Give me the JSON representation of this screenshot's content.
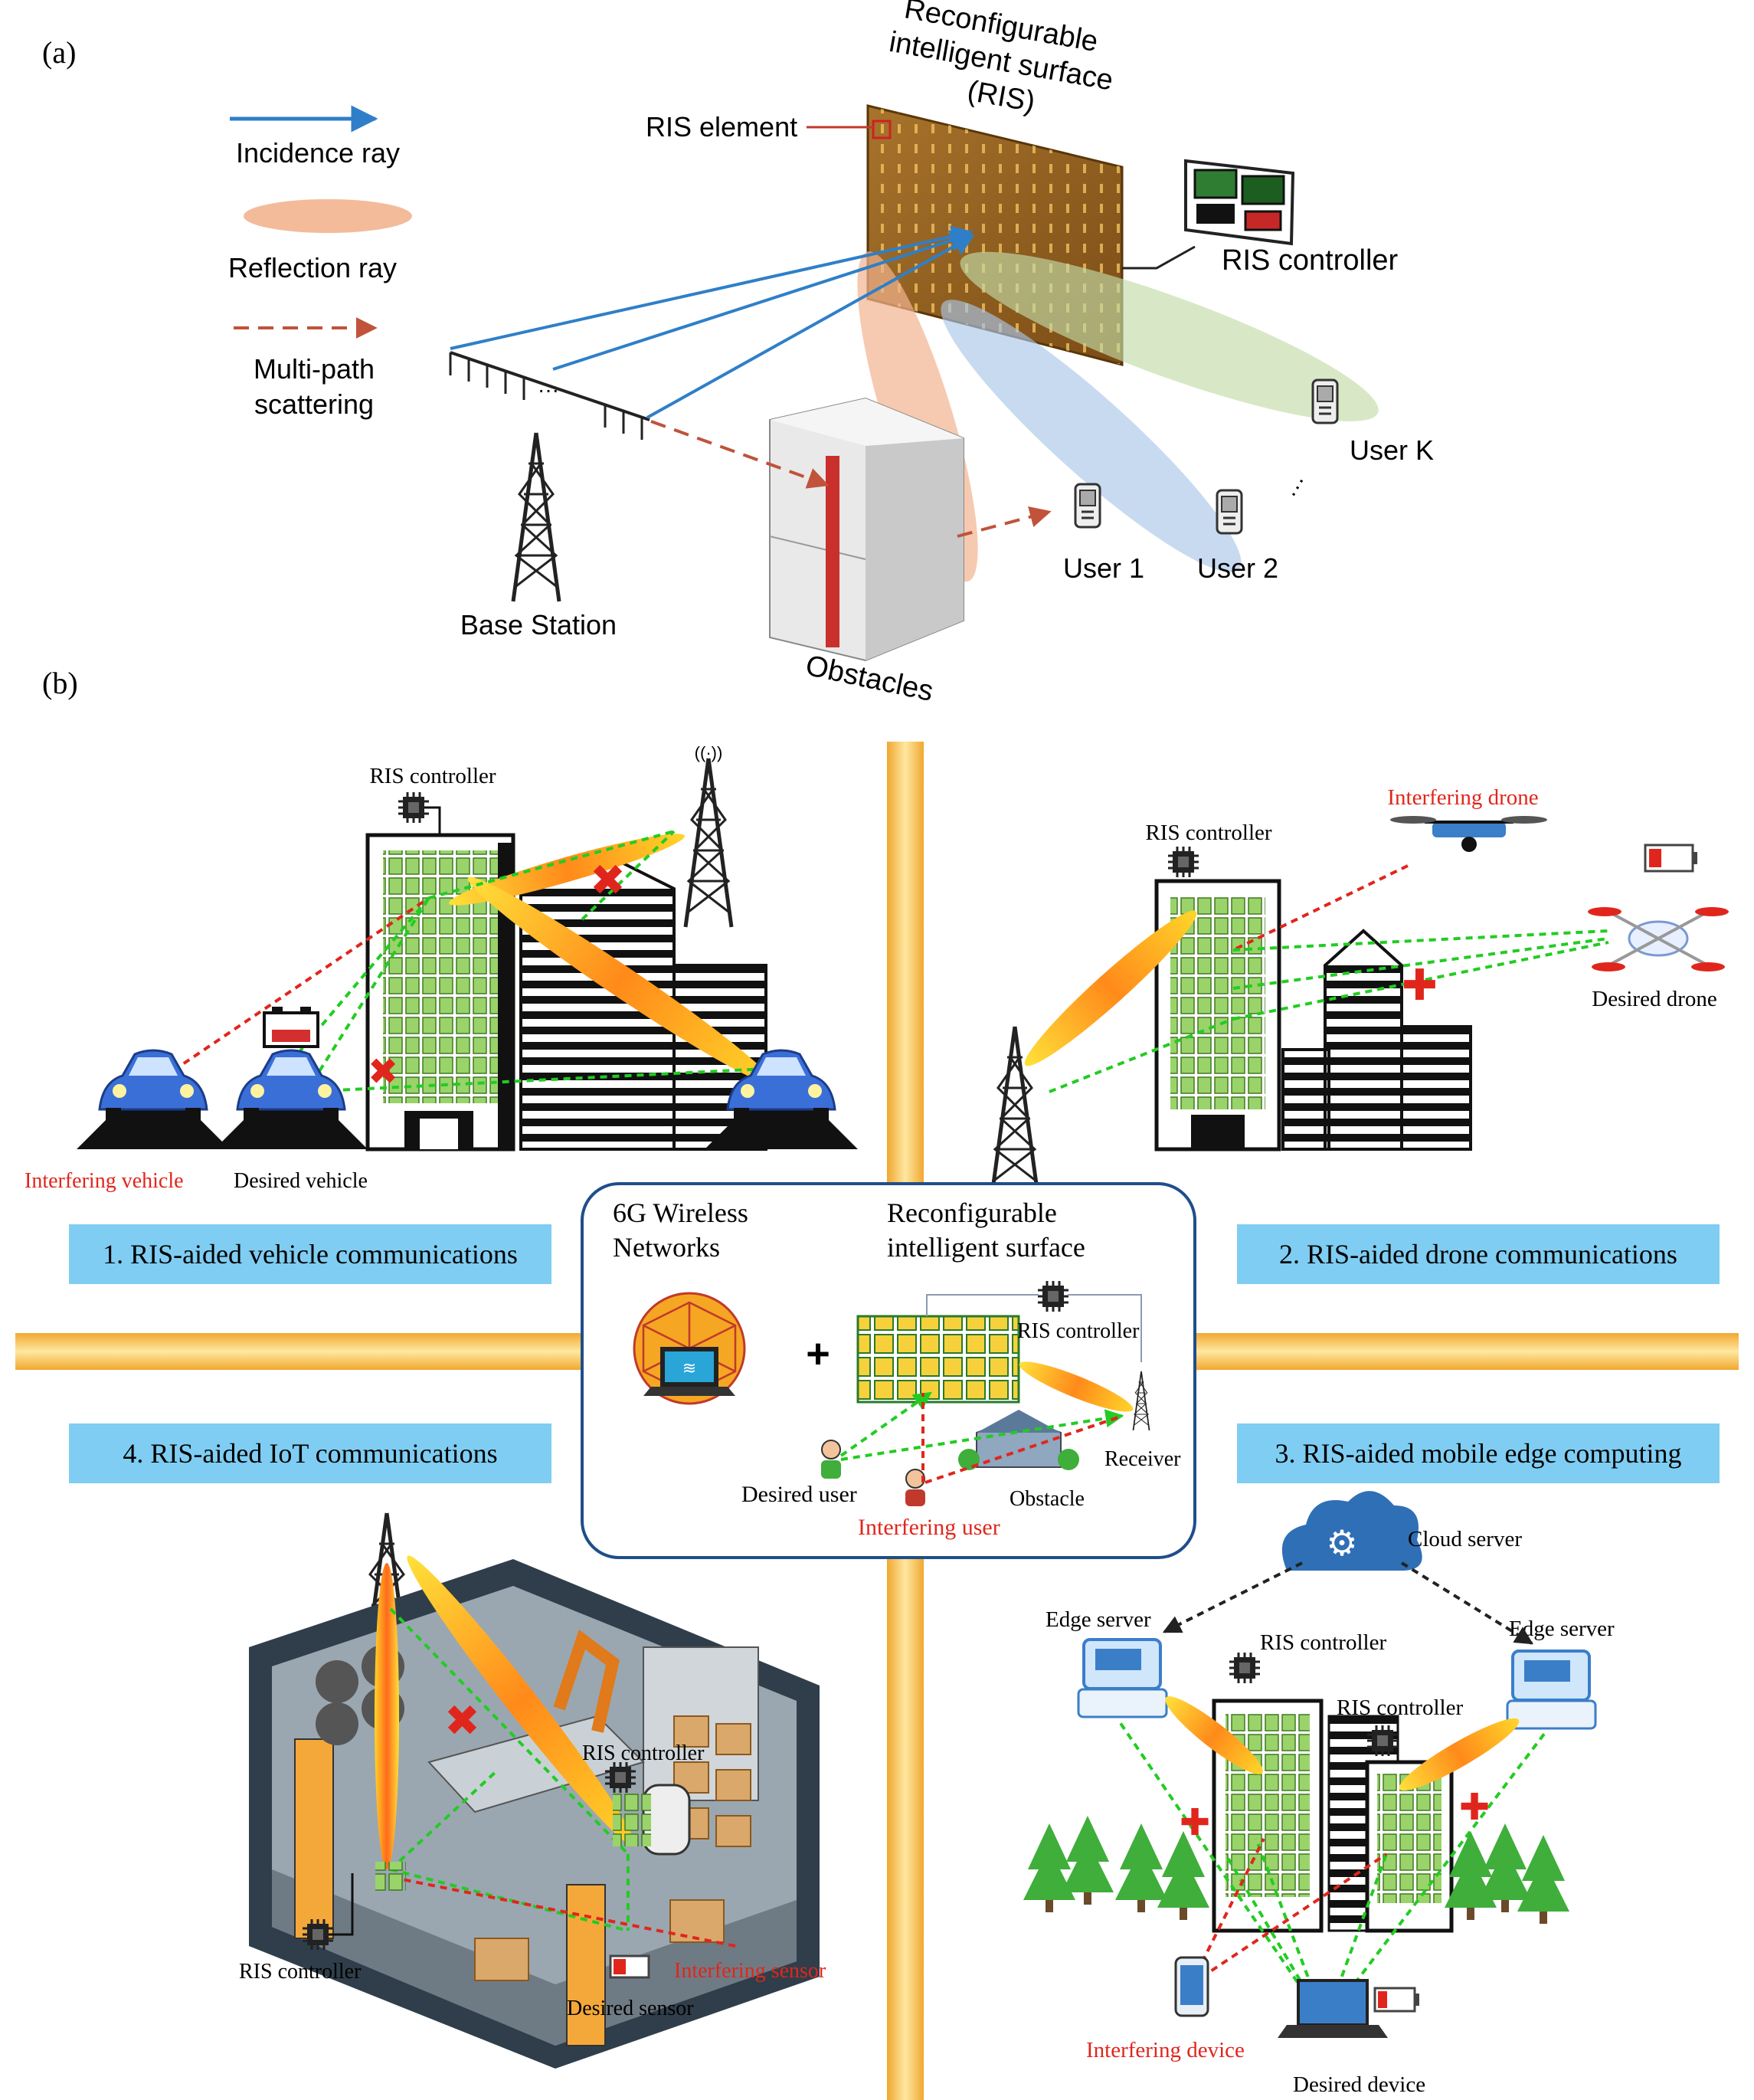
{
  "panel_a": {
    "label": "(a)",
    "legend": {
      "incidence": "Incidence ray",
      "reflection": "Reflection ray",
      "multipath_line1": "Multi-path",
      "multipath_line2": "scattering"
    },
    "ris_title_line1": "Reconfigurable",
    "ris_title_line2": "intelligent surface",
    "ris_title_line3": "(RIS)",
    "ris_element": "RIS element",
    "ris_controller": "RIS controller",
    "base_station": "Base Station",
    "obstacles": "Obstacles",
    "user1": "User 1",
    "user2": "User 2",
    "userK": "User K",
    "dots": "···"
  },
  "panel_b": {
    "label": "(b)",
    "q1": {
      "ris_controller": "RIS controller",
      "interfering": "Interfering vehicle",
      "desired": "Desired vehicle",
      "title": "1. RIS-aided vehicle communications"
    },
    "q2": {
      "ris_controller": "RIS controller",
      "interfering": "Interfering drone",
      "desired": "Desired drone",
      "title": "2. RIS-aided drone communications"
    },
    "q3": {
      "title": "3. RIS-aided mobile edge computing",
      "cloud": "Cloud server",
      "edge_left": "Edge server",
      "edge_right": "Edge server",
      "ris_controller1": "RIS controller",
      "ris_controller2": "RIS controller",
      "interfering": "Interfering device",
      "desired": "Desired device"
    },
    "q4": {
      "title": "4. RIS-aided IoT communications",
      "ris_controller_top": "RIS controller",
      "ris_controller_bottom": "RIS controller",
      "interfering": "Interfering sensor",
      "desired": "Desired sensor"
    },
    "center": {
      "net_line1": "6G Wireless",
      "net_line2": "Networks",
      "ris_line1": "Reconfigurable",
      "ris_line2": "intelligent surface",
      "plus": "+",
      "ris_controller": "RIS controller",
      "receiver": "Receiver",
      "desired_user": "Desired user",
      "obstacle": "Obstacle",
      "interfering_user": "Interfering user"
    }
  },
  "colors": {
    "incidence_blue": "#2f7fc8",
    "scatter_red": "#c0533a",
    "reflection_peach": "#f2b48f",
    "ris_brown": "#8a5a1e",
    "label_blue": "#7fcdf2",
    "interfering_red": "#e0261c",
    "dashed_green": "#22cc22",
    "road_orange": "#f5b942"
  }
}
